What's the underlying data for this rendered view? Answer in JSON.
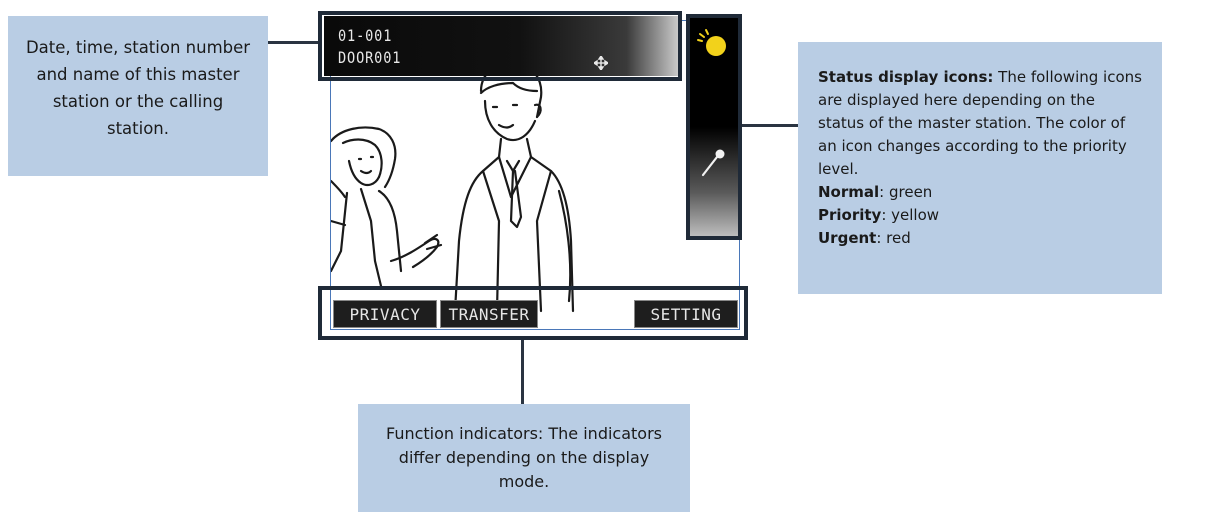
{
  "callouts": {
    "left": {
      "text": "Date, time, station number and name of this master station or the calling station."
    },
    "right": {
      "title": "Status display icons:",
      "text": " The following icons are displayed here depending on the status of the master station. The color of an icon changes according to the priority level.",
      "levels": [
        {
          "label": "Normal",
          "value": ": green"
        },
        {
          "label": "Priority",
          "value": ": yellow"
        },
        {
          "label": "Urgent",
          "value": ": red"
        }
      ]
    },
    "bottom": {
      "text": "Function indicators: The indicators differ depending on the display mode."
    }
  },
  "screen": {
    "station_number": "01-001",
    "station_name": "DOOR001",
    "functions": {
      "privacy": "PRIVACY",
      "transfer": "TRANSFER",
      "setting": "SETTING"
    },
    "icons": [
      "sun-icon",
      "move-arrows-icon",
      "microphone-icon"
    ]
  },
  "colors": {
    "callout_bg": "#b9cde4",
    "frame": "#1f2a38",
    "screen_border": "#4a77b8",
    "sun_icon": "#f2d21b"
  }
}
